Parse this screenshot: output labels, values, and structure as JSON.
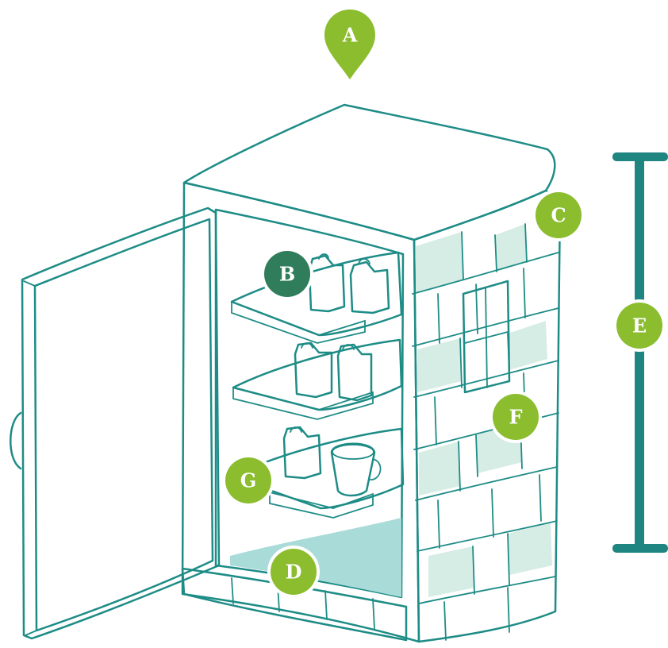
{
  "labels": {
    "a": "A",
    "b": "B",
    "c": "C",
    "d": "D",
    "e": "E",
    "f": "F",
    "g": "G"
  },
  "colors": {
    "outline": "#1e8c86",
    "brick_face": "#ffffff",
    "brick_tint": "#d6ede6",
    "inner_wall": "#d6ede6",
    "door": "#9fd8d6",
    "shelf_top": "#e8c49c",
    "shelf_edge": "#b8895c",
    "marker_green": "#8bbd2f",
    "marker_dark": "#2f7d5b",
    "jug_red": "#c4212b",
    "jug_orange": "#f28a1c",
    "jug_yellow": "#f5e31e",
    "bucket_grey": "#9a9a9a",
    "height_bar": "#1e8580"
  },
  "icons": [
    "map-pin-icon",
    "water-jug-icon",
    "bucket-icon",
    "height-bracket-icon"
  ]
}
